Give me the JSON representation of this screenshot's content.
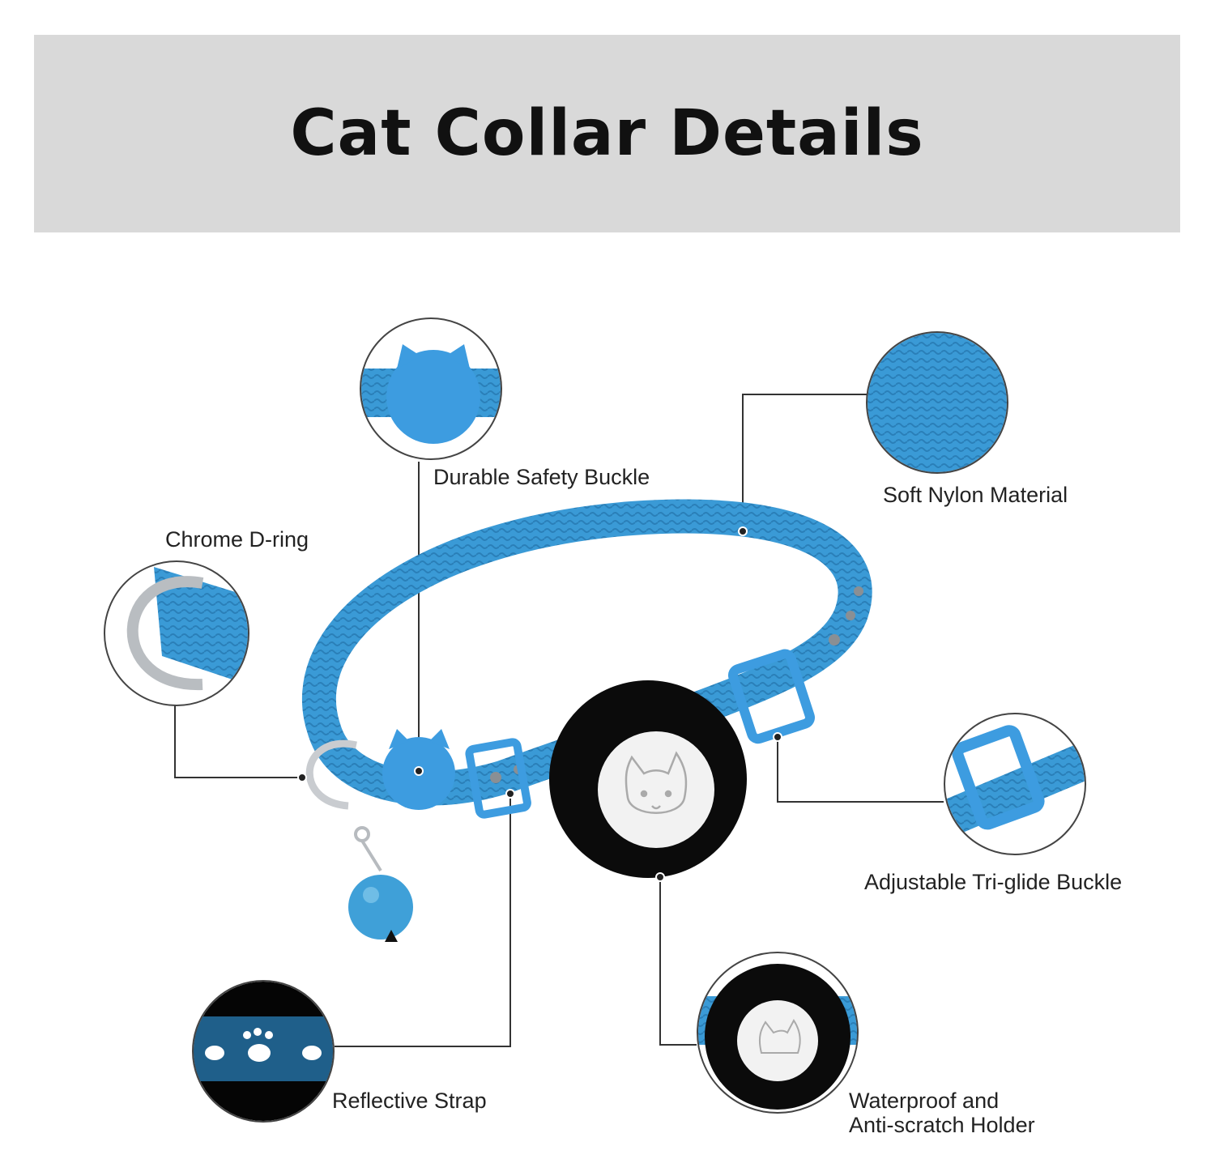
{
  "header": {
    "title": "Cat Collar Details"
  },
  "features": {
    "buckle": "Durable Safety Buckle",
    "nylon": "Soft Nylon Material",
    "dring": "Chrome D-ring",
    "triglide": "Adjustable Tri-glide Buckle",
    "reflective": "Reflective Strap",
    "holder_line1": "Waterproof and",
    "holder_line2": "Anti-scratch Holder"
  },
  "colors": {
    "strap": "#3a9ad6",
    "header_bg": "#d9d9d9",
    "holder": "#0b0b0b"
  }
}
